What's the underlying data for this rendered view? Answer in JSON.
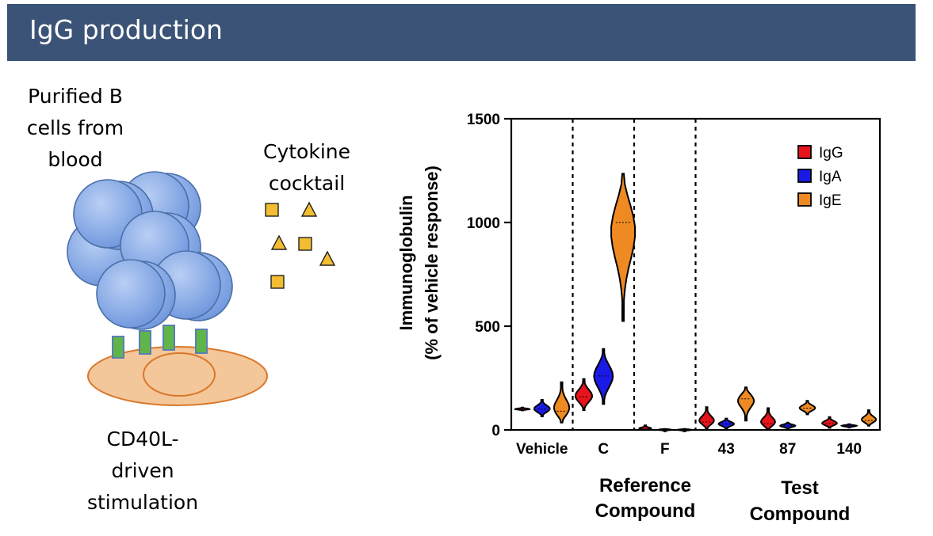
{
  "header": {
    "title": "IgG production"
  },
  "illustration": {
    "b_cells_caption": [
      "Purified B",
      "cells from",
      "blood"
    ],
    "cytokine_caption": [
      "Cytokine",
      "cocktail"
    ],
    "stimulation_caption": [
      "CD40L-",
      "driven",
      "stimulation"
    ]
  },
  "colors": {
    "banner": "#3b5376",
    "IgG": "#e8141b",
    "IgA": "#1a1ae6",
    "IgE": "#ef8a22",
    "b_cell": "#7ea5e6",
    "receptor": "#5fb54a",
    "cell_body": "#f4c79a",
    "cytokine": "#f2bd30"
  },
  "chart_data": {
    "type": "violin",
    "ylabel_lines": [
      "Immunoglobulin",
      "(% of vehicle response)"
    ],
    "ylim": [
      0,
      1500
    ],
    "yticks": [
      "0",
      "500",
      "1000",
      "1500"
    ],
    "categories": [
      "Vehicle",
      "C",
      "F",
      "43",
      "87",
      "140"
    ],
    "group_labels": [
      {
        "lines": [
          "Reference",
          "Compound"
        ]
      },
      {
        "lines": [
          "Test",
          "Compound"
        ]
      }
    ],
    "legend": {
      "position": "top-right"
    },
    "series": [
      {
        "name": "IgG",
        "values": [
          {
            "min": 94,
            "max": 108,
            "median": 100
          },
          {
            "min": 95,
            "max": 245,
            "median": 160
          },
          {
            "min": 0,
            "max": 22,
            "median": 5
          },
          {
            "min": 5,
            "max": 110,
            "median": 38
          },
          {
            "min": 0,
            "max": 105,
            "median": 30
          },
          {
            "min": 10,
            "max": 62,
            "median": 30
          }
        ]
      },
      {
        "name": "IgA",
        "values": [
          {
            "min": 65,
            "max": 145,
            "median": 100
          },
          {
            "min": 125,
            "max": 390,
            "median": 260
          },
          {
            "min": 0,
            "max": 5,
            "median": 2
          },
          {
            "min": 5,
            "max": 55,
            "median": 28
          },
          {
            "min": 5,
            "max": 35,
            "median": 20
          },
          {
            "min": 12,
            "max": 28,
            "median": 20
          }
        ]
      },
      {
        "name": "IgE",
        "values": [
          {
            "min": 35,
            "max": 230,
            "median": 90
          },
          {
            "min": 525,
            "max": 1235,
            "median": 1000
          },
          {
            "min": 0,
            "max": 5,
            "median": 1
          },
          {
            "min": 45,
            "max": 205,
            "median": 150
          },
          {
            "min": 75,
            "max": 140,
            "median": 105
          },
          {
            "min": 20,
            "max": 95,
            "median": 45
          }
        ]
      }
    ]
  }
}
